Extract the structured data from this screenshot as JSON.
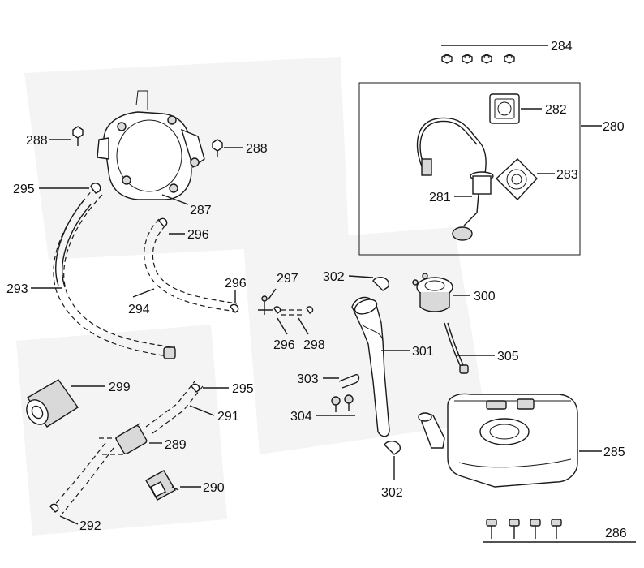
{
  "diagram": {
    "callouts": {
      "c280": "280",
      "c281": "281",
      "c282": "282",
      "c283": "283",
      "c284": "284",
      "c285": "285",
      "c286": "286",
      "c287": "287",
      "c288a": "288",
      "c288b": "288",
      "c289": "289",
      "c290": "290",
      "c291": "291",
      "c292": "292",
      "c293": "293",
      "c294": "294",
      "c295a": "295",
      "c295b": "295",
      "c296a": "296",
      "c296b": "296",
      "c296c": "296",
      "c297": "297",
      "c298": "298",
      "c299": "299",
      "c300": "300",
      "c301": "301",
      "c302a": "302",
      "c302b": "302",
      "c303": "303",
      "c304": "304",
      "c305": "305"
    }
  }
}
